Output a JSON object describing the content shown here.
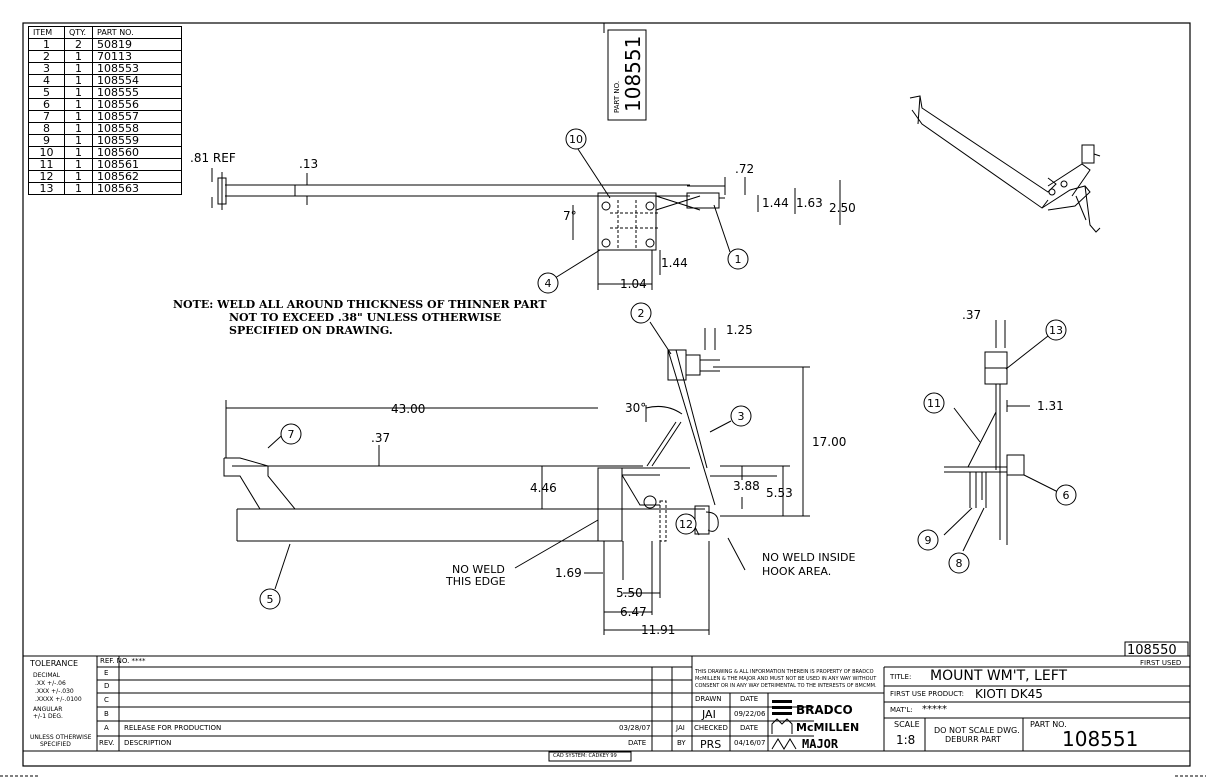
{
  "bom": {
    "headers": [
      "ITEM",
      "QTY.",
      "PART NO."
    ],
    "rows": [
      [
        "1",
        "2",
        "50819"
      ],
      [
        "2",
        "1",
        "70113"
      ],
      [
        "3",
        "1",
        "108553"
      ],
      [
        "4",
        "1",
        "108554"
      ],
      [
        "5",
        "1",
        "108555"
      ],
      [
        "6",
        "1",
        "108556"
      ],
      [
        "7",
        "1",
        "108557"
      ],
      [
        "8",
        "1",
        "108558"
      ],
      [
        "9",
        "1",
        "108559"
      ],
      [
        "10",
        "1",
        "108560"
      ],
      [
        "11",
        "1",
        "108561"
      ],
      [
        "12",
        "1",
        "108562"
      ],
      [
        "13",
        "1",
        "108563"
      ]
    ]
  },
  "part_stamp": {
    "label": "PART NO.",
    "number": "108551"
  },
  "note": [
    "NOTE: WELD ALL AROUND THICKNESS OF THINNER PART",
    "NOT TO EXCEED .38\" UNLESS OTHERWISE",
    "SPECIFIED ON DRAWING."
  ],
  "dims": {
    "d81ref": ".81 REF",
    "d13": ".13",
    "d72": ".72",
    "d144a": "1.44",
    "d163": "1.63",
    "d250": "2.50",
    "d7": "7°",
    "d104": "1.04",
    "d144b": "1.44",
    "d125": "1.25",
    "d4300": "43.00",
    "d30": "30°",
    "d37a": ".37",
    "d446": "4.46",
    "d1700": "17.00",
    "d388": "3.88",
    "d553": "5.53",
    "d169": "1.69",
    "d550": "5.50",
    "d647": "6.47",
    "d1191": "11.91",
    "d37b": ".37",
    "d131": "1.31"
  },
  "callouts": {
    "noweld_edge": [
      "NO WELD",
      "THIS EDGE"
    ],
    "noweld_hook": [
      "NO WELD INSIDE",
      "HOOK AREA."
    ]
  },
  "balloons": [
    "1",
    "2",
    "3",
    "4",
    "5",
    "6",
    "7",
    "8",
    "9",
    "10",
    "11",
    "12",
    "13"
  ],
  "first_used": {
    "number": "108550",
    "label": "FIRST USED"
  },
  "tolerance": {
    "title": "TOLERANCE",
    "lines": [
      "DECIMAL",
      ".XX  +/-.06",
      ".XXX +/-.030",
      ".XXXX +/-.0100",
      "ANGULAR",
      "+/-1 DEG.",
      "UNLESS OTHERWISE",
      "SPECIFIED"
    ]
  },
  "revisions": {
    "ref_no": "REF. NO. ****",
    "rev_letters": [
      "E",
      "D",
      "C",
      "B",
      "A"
    ],
    "release_desc": "RELEASE FOR PRODUCTION",
    "release_date": "03/28/07",
    "release_by": "JAI",
    "rev_label": "REV.",
    "desc_label": "DESCRIPTION",
    "date_label": "DATE",
    "by_label": "BY"
  },
  "proprietary": [
    "THIS DRAWING & ALL INFORMATION THEREIN IS PROPERTY OF BRADCO",
    "McMILLEN & THE MAJOR AND MUST NOT BE USED IN ANY WAY WITHOUT",
    "CONSENT OR IN ANY WAY DETRIMENTAL TO THE INTERESTS OF BMCMM."
  ],
  "drawn": {
    "label": "DRAWN",
    "date_label": "DATE",
    "by": "JAI",
    "date": "09/22/06"
  },
  "checked": {
    "label": "CHECKED",
    "date_label": "DATE",
    "by": "PRS",
    "date": "04/16/07"
  },
  "logos": {
    "bradco": "BRADCO",
    "mcmillen": "McMILLEN",
    "major": "MAJOR"
  },
  "title_block": {
    "title_label": "TITLE:",
    "title": "MOUNT WM'T, LEFT",
    "first_use_label": "FIRST USE PRODUCT:",
    "first_use": "KIOTI DK45",
    "matl_label": "MAT'L:",
    "matl": "*****",
    "scale_label": "SCALE",
    "scale": "1:8",
    "dnsd": "DO NOT SCALE DWG.",
    "deburr": "DEBURR PART",
    "partno_label": "PART NO.",
    "partno": "108551"
  },
  "cad_system": "CAD SYSTEM: CADKEY 99"
}
